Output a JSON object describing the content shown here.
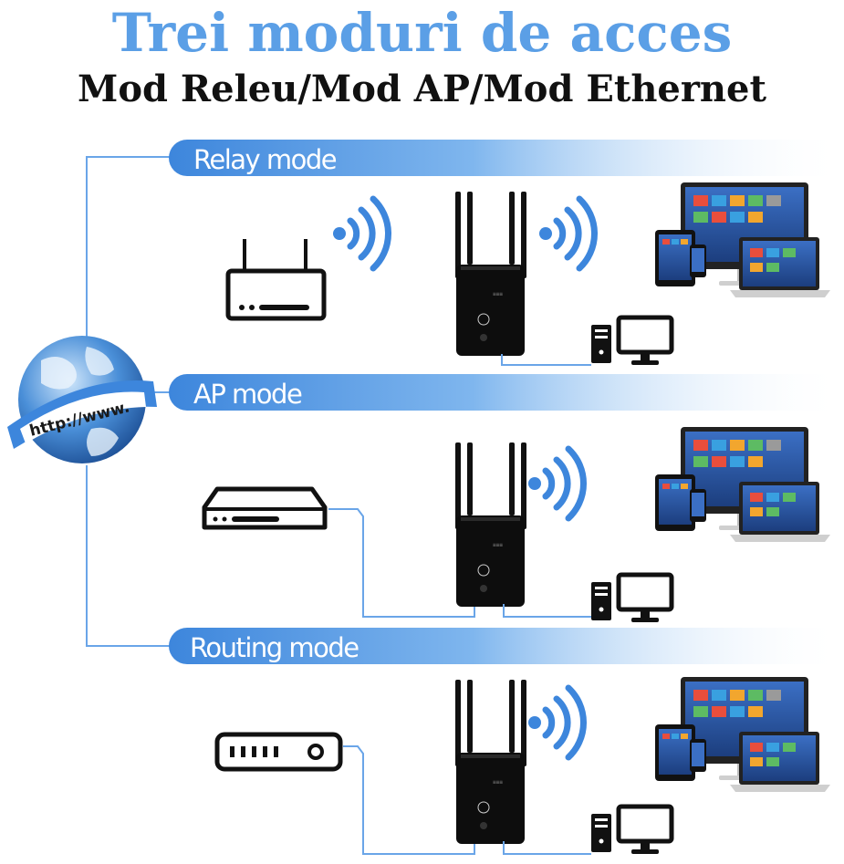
{
  "header": {
    "title": "Trei moduri de acces",
    "subtitle": "Mod Releu/Mod AP/Mod Ethernet"
  },
  "globe": {
    "label": "http://www."
  },
  "modes": [
    {
      "label": "Relay mode"
    },
    {
      "label": "AP mode"
    },
    {
      "label": "Routing mode"
    }
  ],
  "colors": {
    "accent": "#5b9fe6",
    "banner": "#4a90e2",
    "line": "#6aa5e8",
    "device": "#111111"
  }
}
